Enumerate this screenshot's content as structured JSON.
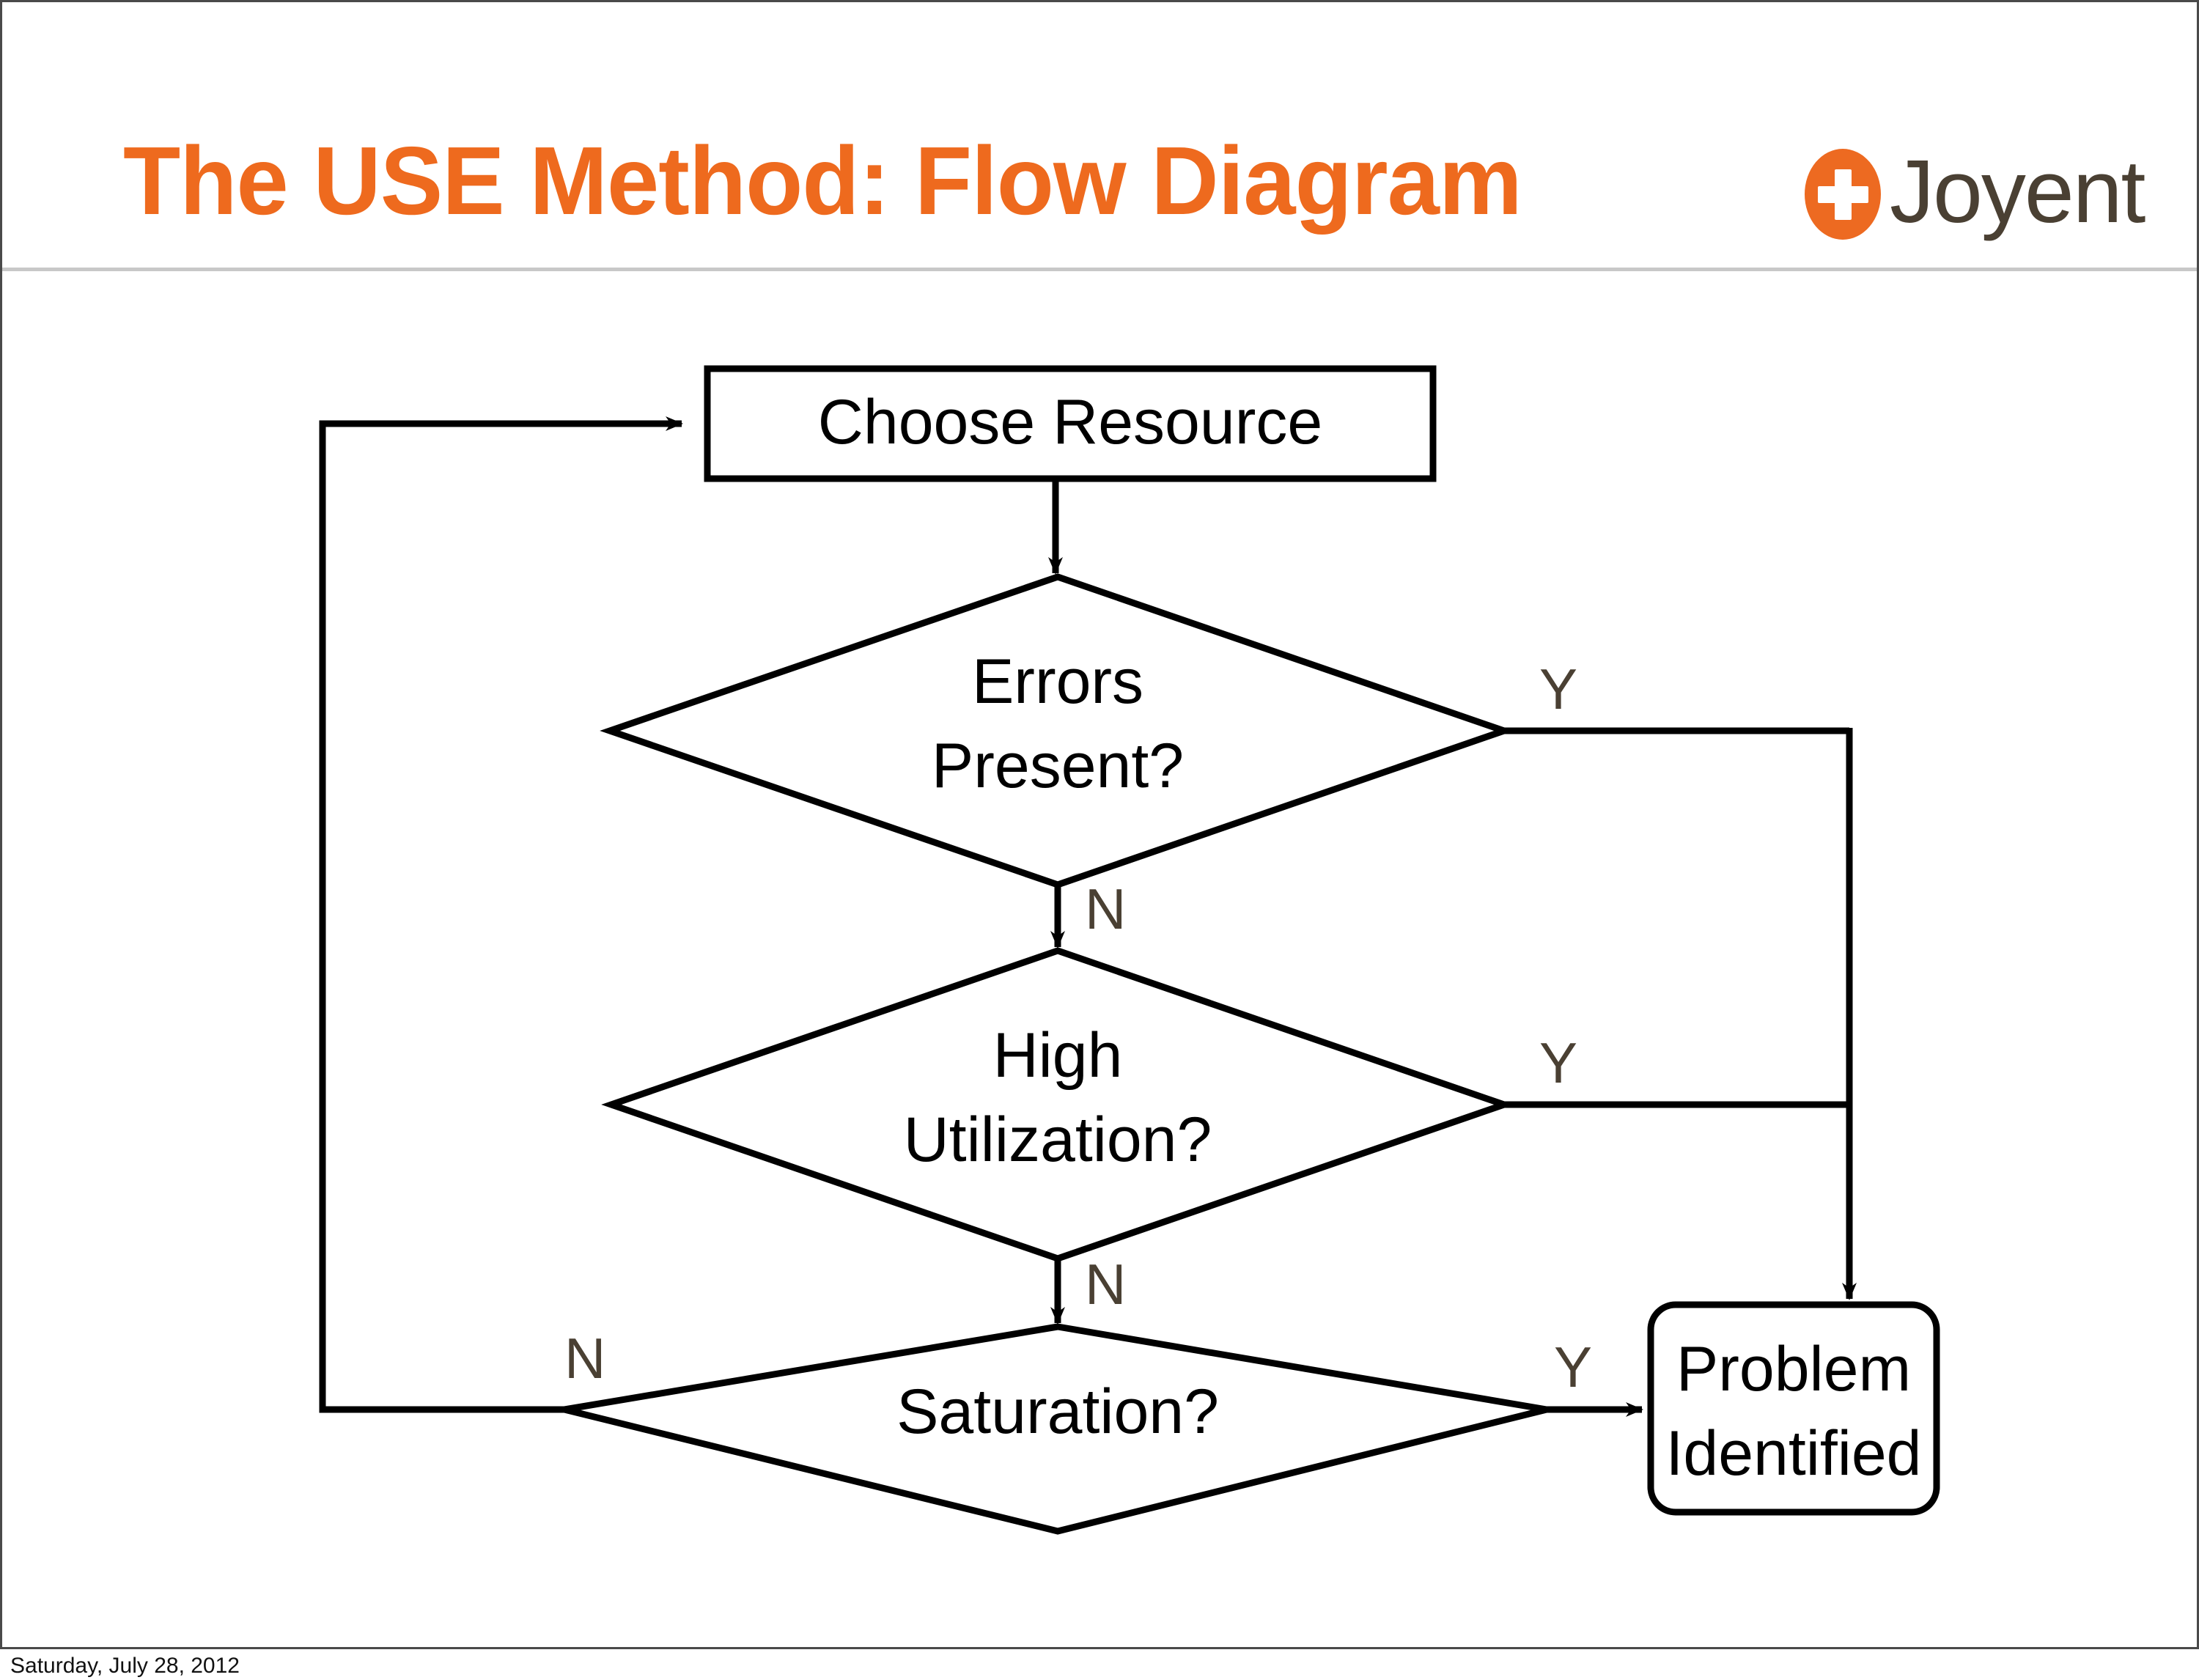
{
  "slide": {
    "title": "The USE Method: Flow Diagram",
    "title_color": "#EE6A1E",
    "footer_date": "Saturday, July 28, 2012",
    "background_color": "#FFFFFF",
    "rule_color": "#C8C8C8",
    "frame_color": "#4A4A4A"
  },
  "logo": {
    "wordmark": "Joyent",
    "mark_icon": "plus-cross-icon",
    "mark_color": "#ED6A21",
    "wordmark_color": "#4A4033"
  },
  "diagram": {
    "type": "flowchart",
    "stroke_color": "#000000",
    "node_text_color": "#000000",
    "branch_label_color": "#4A4033",
    "nodes": [
      {
        "id": "choose",
        "shape": "rectangle",
        "label": "Choose Resource"
      },
      {
        "id": "errors",
        "shape": "diamond",
        "label_line1": "Errors",
        "label_line2": "Present?"
      },
      {
        "id": "high_util",
        "shape": "diamond",
        "label_line1": "High",
        "label_line2": "Utilization?"
      },
      {
        "id": "saturation",
        "shape": "diamond",
        "label": "Saturation?"
      },
      {
        "id": "problem",
        "shape": "rounded-rectangle",
        "label_line1": "Problem",
        "label_line2": "Identified"
      }
    ],
    "edges": [
      {
        "from": "choose",
        "to": "errors",
        "label": ""
      },
      {
        "from": "errors",
        "to": "problem",
        "label": "Y"
      },
      {
        "from": "errors",
        "to": "high_util",
        "label": "N"
      },
      {
        "from": "high_util",
        "to": "problem",
        "label": "Y"
      },
      {
        "from": "high_util",
        "to": "saturation",
        "label": "N"
      },
      {
        "from": "saturation",
        "to": "problem",
        "label": "Y"
      },
      {
        "from": "saturation",
        "to": "choose",
        "label": "N"
      }
    ],
    "labels": {
      "errors_yes": "Y",
      "errors_no": "N",
      "util_yes": "Y",
      "util_no": "N",
      "sat_yes": "Y",
      "sat_no": "N"
    }
  }
}
